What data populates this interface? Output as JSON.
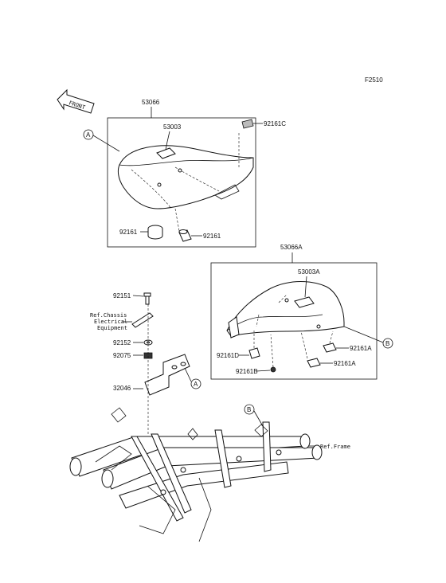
{
  "figure_code": "F2510",
  "front_arrow_text": "FRONT",
  "callouts": {
    "a_circle": "A",
    "b_circle": "B"
  },
  "labels": {
    "p53066": "53066",
    "p53003": "53003",
    "p92161C": "92161C",
    "p92161_left": "92161",
    "p92161_right": "92161",
    "p53066A": "53066A",
    "p53003A": "53003A",
    "p92161D": "92161D",
    "p92161B": "92161B",
    "p92161A_top": "92161A",
    "p92161A_bottom": "92161A",
    "p92151": "92151",
    "p92152": "92152",
    "p92075": "92075",
    "p32046": "32046"
  },
  "refs": {
    "chassis_line1": "Ref.Chassis",
    "chassis_line2": "Electrical",
    "chassis_line3": "Equipment",
    "frame": "Ref.Frame"
  }
}
